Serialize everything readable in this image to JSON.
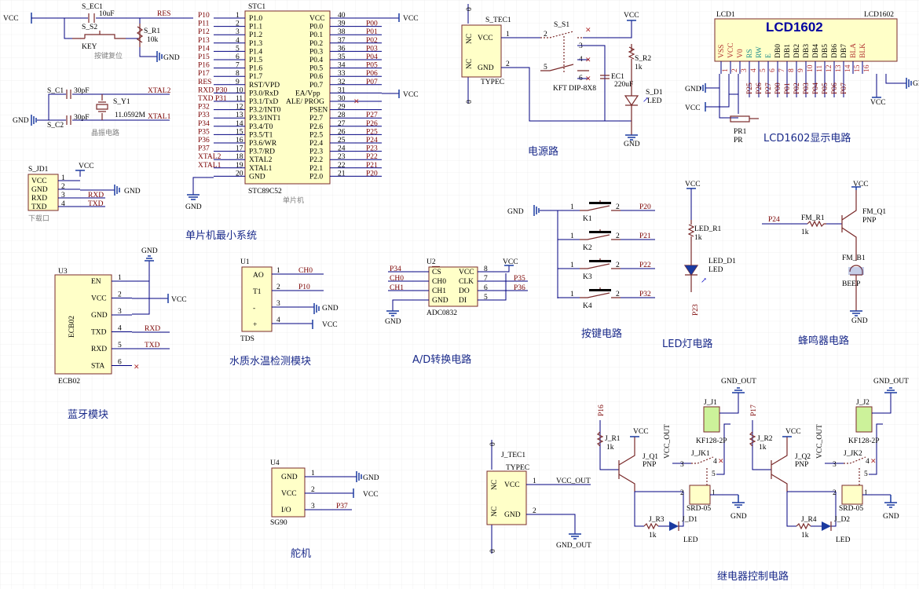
{
  "titles": {
    "mcu": "单片机最小系统",
    "power": "电源路",
    "lcd": "LCD1602显示电路",
    "keys": "按键电路",
    "led": "LED灯电路",
    "buzzer": "蜂鸣器电路",
    "bluetooth": "蓝牙模块",
    "water": "水质水温检测模块",
    "adc": "A/D转换电路",
    "servo": "舵机",
    "relay": "继电器控制电路"
  },
  "mcu": {
    "ref": "STC1",
    "part": "STC89C52",
    "subtitle": "单片机",
    "left_pins": [
      {
        "num": "1",
        "name": "P1.0",
        "net": "P10"
      },
      {
        "num": "2",
        "name": "P1.1",
        "net": "P11"
      },
      {
        "num": "3",
        "name": "P1.2",
        "net": "P12"
      },
      {
        "num": "4",
        "name": "P1.3",
        "net": "P13"
      },
      {
        "num": "5",
        "name": "P1.4",
        "net": "P14"
      },
      {
        "num": "6",
        "name": "P1.5",
        "net": "P15"
      },
      {
        "num": "7",
        "name": "P1.6",
        "net": "P16"
      },
      {
        "num": "8",
        "name": "P1.7",
        "net": "P17"
      },
      {
        "num": "9",
        "name": "RST/VPD",
        "net": "RES"
      },
      {
        "num": "10",
        "name": "P3.0/RxD",
        "net": "RXD P30"
      },
      {
        "num": "11",
        "name": "P3.1/TxD",
        "net": "TXD P31"
      },
      {
        "num": "12",
        "name": "P3.2/INT0",
        "net": "P32"
      },
      {
        "num": "13",
        "name": "P3.3/INT1",
        "net": "P33"
      },
      {
        "num": "14",
        "name": "P3.4/T0",
        "net": "P34"
      },
      {
        "num": "15",
        "name": "P3.5/T1",
        "net": "P35"
      },
      {
        "num": "16",
        "name": "P3.6/WR",
        "net": "P36"
      },
      {
        "num": "17",
        "name": "P3.7/RD",
        "net": "P37"
      },
      {
        "num": "18",
        "name": "XTAL2",
        "net": "XTAL2"
      },
      {
        "num": "19",
        "name": "XTAL1",
        "net": "XTAL1"
      },
      {
        "num": "20",
        "name": "GND",
        "net": ""
      }
    ],
    "right_pins": [
      {
        "num": "40",
        "name": "VCC",
        "net": ""
      },
      {
        "num": "39",
        "name": "P0.0",
        "net": "P00"
      },
      {
        "num": "38",
        "name": "P0.1",
        "net": "P01"
      },
      {
        "num": "37",
        "name": "P0.2",
        "net": "P02"
      },
      {
        "num": "36",
        "name": "P0.3",
        "net": "P03"
      },
      {
        "num": "35",
        "name": "P0.4",
        "net": "P04"
      },
      {
        "num": "34",
        "name": "P0.5",
        "net": "P05"
      },
      {
        "num": "33",
        "name": "P0.6",
        "net": "P06"
      },
      {
        "num": "32",
        "name": "P0.7",
        "net": "P07"
      },
      {
        "num": "31",
        "name": "EA/Vpp",
        "net": ""
      },
      {
        "num": "30",
        "name": "ALE/ PROG",
        "net": ""
      },
      {
        "num": "29",
        "name": "PSEN",
        "net": ""
      },
      {
        "num": "28",
        "name": "P2.7",
        "net": "P27"
      },
      {
        "num": "27",
        "name": "P2.6",
        "net": "P26"
      },
      {
        "num": "26",
        "name": "P2.5",
        "net": "P25"
      },
      {
        "num": "25",
        "name": "P2.4",
        "net": "P24"
      },
      {
        "num": "24",
        "name": "P2.3",
        "net": "P23"
      },
      {
        "num": "23",
        "name": "P2.2",
        "net": "P22"
      },
      {
        "num": "22",
        "name": "P2.1",
        "net": "P21"
      },
      {
        "num": "21",
        "name": "P2.0",
        "net": "P20"
      }
    ]
  },
  "reset": {
    "cap_ref": "S_EC1",
    "cap_val": "10uF",
    "sw_ref": "S_S2",
    "sw_val": "KEY",
    "res_ref": "S_R1",
    "res_val": "10k",
    "net": "RES",
    "caption": "按键复位",
    "vcc": "VCC",
    "gnd": "GND"
  },
  "osc": {
    "c1_ref": "S_C1",
    "c1_val": "30pF",
    "c2_ref": "S_C2",
    "c2_val": "30pF",
    "y_ref": "S_Y1",
    "y_val": "11.0592M",
    "xtal2": "XTAL2",
    "xtal1": "XTAL1",
    "caption": "晶振电路",
    "gnd": "GND"
  },
  "download": {
    "ref": "S_JD1",
    "caption": "下载口",
    "pins": [
      {
        "num": "1",
        "name": "VCC",
        "net": "VCC"
      },
      {
        "num": "2",
        "name": "GND",
        "net": "GND"
      },
      {
        "num": "3",
        "name": "RXD",
        "net": "RXD"
      },
      {
        "num": "4",
        "name": "TXD",
        "net": "TXD"
      }
    ]
  },
  "power": {
    "typec_ref": "S_TEC1",
    "typec_part": "TYPEC",
    "pin_vcc": "VCC",
    "pin_gnd": "GND",
    "nc": "NC",
    "zero": "0",
    "sw_ref": "S_S1",
    "sw_part": "KFT DIP-8X8",
    "r_ref": "S_R2",
    "r_val": "1k",
    "ec_ref": "EC1",
    "ec_val": "220uF",
    "led_ref": "S_D1",
    "led_part": "LED",
    "vcc": "VCC",
    "gnd": "GND",
    "n1": "1",
    "n2": "2",
    "n3": "3",
    "n4": "4",
    "n5": "5",
    "n6": "6"
  },
  "lcd": {
    "ref": "LCD1",
    "part": "LCD1602",
    "ref_right": "LCD1602",
    "pins": [
      "VSS",
      "VCC",
      "V0",
      "RS",
      "RW",
      "E",
      "DB0",
      "DB1",
      "DB2",
      "DB3",
      "DB4",
      "DB5",
      "DB6",
      "DB7",
      "BLA",
      "BLK"
    ],
    "nums": [
      "1",
      "2",
      "3",
      "4",
      "5",
      "6",
      "7",
      "8",
      "9",
      "10",
      "11",
      "12",
      "13",
      "14",
      "15",
      "16"
    ],
    "nets": [
      "P25",
      "P26",
      "P27",
      "P00",
      "P01",
      "P02",
      "P03",
      "P04",
      "P05",
      "P06",
      "P07"
    ],
    "pot_ref": "PR1",
    "pot_part": "PR",
    "vcc": "VCC",
    "gnd": "GND"
  },
  "keys": {
    "items": [
      {
        "ref": "K1",
        "net": "P20"
      },
      {
        "ref": "K2",
        "net": "P21"
      },
      {
        "ref": "K3",
        "net": "P22"
      },
      {
        "ref": "K4",
        "net": "P32"
      }
    ],
    "gnd": "GND",
    "n1": "1",
    "n2": "2"
  },
  "ledc": {
    "vcc": "VCC",
    "r_ref": "LED_R1",
    "r_val": "1k",
    "d_ref": "LED_D1",
    "d_part": "LED",
    "net": "P23"
  },
  "buzzer": {
    "net": "P24",
    "r_ref": "FM_R1",
    "r_val": "1k",
    "q_ref": "FM_Q1",
    "q_part": "PNP",
    "b_ref": "FM_B1",
    "b_part": "BEEP",
    "vcc": "VCC",
    "gnd": "GND"
  },
  "bluetooth": {
    "ref": "U3",
    "part": "ECB02",
    "pins": [
      {
        "num": "1",
        "name": "EN"
      },
      {
        "num": "2",
        "name": "VCC"
      },
      {
        "num": "3",
        "name": "GND"
      },
      {
        "num": "4",
        "name": "TXD"
      },
      {
        "num": "5",
        "name": "RXD"
      },
      {
        "num": "6",
        "name": "STA"
      }
    ],
    "gnd": "GND",
    "vcc": "VCC",
    "rxd": "RXD",
    "txd": "TXD"
  },
  "water": {
    "ref": "U1",
    "part": "TDS",
    "pins": [
      {
        "num": "1",
        "name": "AO",
        "net": "CH0"
      },
      {
        "num": "2",
        "name": "T1",
        "net": "P10"
      },
      {
        "num": "3",
        "name": "-",
        "net": "GND"
      },
      {
        "num": "4",
        "name": "+",
        "net": "VCC"
      }
    ]
  },
  "adc": {
    "ref": "U2",
    "part": "ADC0832",
    "left": [
      {
        "name": "CS",
        "net": "P34"
      },
      {
        "name": "CH0",
        "net": "CH0"
      },
      {
        "name": "CH1",
        "net": "CH1"
      },
      {
        "name": "GND",
        "net": ""
      }
    ],
    "right": [
      {
        "num": "8",
        "name": "VCC",
        "net": ""
      },
      {
        "num": "7",
        "name": "CLK",
        "net": "P35"
      },
      {
        "num": "6",
        "name": "DO",
        "net": "P36"
      },
      {
        "num": "5",
        "name": "DI",
        "net": ""
      }
    ],
    "vcc": "VCC",
    "gnd": "GND"
  },
  "servo": {
    "ref": "U4",
    "part": "SG90",
    "pins": [
      {
        "num": "1",
        "name": "GND",
        "net": "GND"
      },
      {
        "num": "2",
        "name": "VCC",
        "net": "VCC"
      },
      {
        "num": "3",
        "name": "I/O",
        "net": "P37"
      }
    ]
  },
  "jtec": {
    "ref": "J_TEC1",
    "part": "TYPEC",
    "pin_vcc": "VCC",
    "pin_gnd": "GND",
    "net_vcc": "VCC_OUT",
    "net_gnd": "GND_OUT",
    "nc": "NC",
    "zero": "0",
    "n1": "1",
    "n2": "2"
  },
  "relay1": {
    "net_in": "P16",
    "r_ref": "J_R1",
    "r_val": "1k",
    "q_ref": "J_Q1",
    "q_part": "PNP",
    "vcc": "VCC",
    "vcc_out": "VCC_OUT",
    "j_ref": "J_J1",
    "j_part": "KF128-2P",
    "gnd_out": "GND_OUT",
    "k_ref": "J_JK1",
    "k_part": "SRD-05",
    "r3_ref": "J_R3",
    "r3_val": "1k",
    "d_ref": "J_D1",
    "d_part": "LED",
    "gnd": "GND"
  },
  "relay2": {
    "net_in": "P17",
    "r_ref": "J_R2",
    "r_val": "1k",
    "q_ref": "J_Q2",
    "q_part": "PNP",
    "vcc": "VCC",
    "vcc_out": "VCC_OUT",
    "j_ref": "J_J2",
    "j_part": "KF128-2P",
    "gnd_out": "GND_OUT",
    "k_ref": "J_JK2",
    "k_part": "SRD-05",
    "r4_ref": "J_R4",
    "r4_val": "1k",
    "d_ref": "J_D2",
    "d_part": "LED",
    "gnd": "GND"
  },
  "colors": {
    "wire": "#000080",
    "body": "#ffffc8",
    "pin": "#7a2a2a",
    "title": "#1a2a8a",
    "net": "#7a0000",
    "grid": "#e8e8e8"
  }
}
